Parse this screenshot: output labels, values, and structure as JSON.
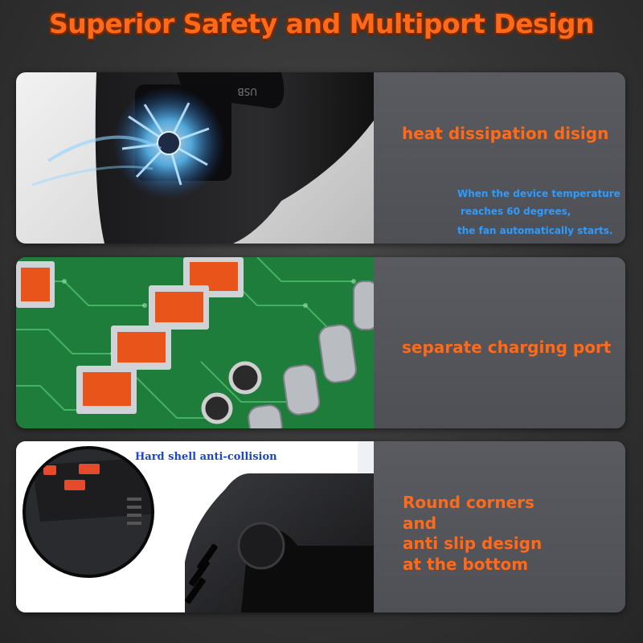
{
  "headline": "Superior Safety and Multiport Design",
  "panels": [
    {
      "title": "heat dissipation disign",
      "note_lines": [
        "When the device temperature",
        "reaches 60 degrees,",
        "the fan automatically starts."
      ],
      "device_label": "USB"
    },
    {
      "title": "separate charging port"
    },
    {
      "title_lines": [
        "Round corners",
        "and",
        "anti slip design",
        "at the bottom"
      ],
      "inset_caption": "Hard shell anti-collision"
    }
  ],
  "colors": {
    "accent": "#ff6a1a",
    "note_blue": "#2e9bff",
    "caption_blue": "#1a46c8",
    "panel_gray": "#54555a"
  }
}
